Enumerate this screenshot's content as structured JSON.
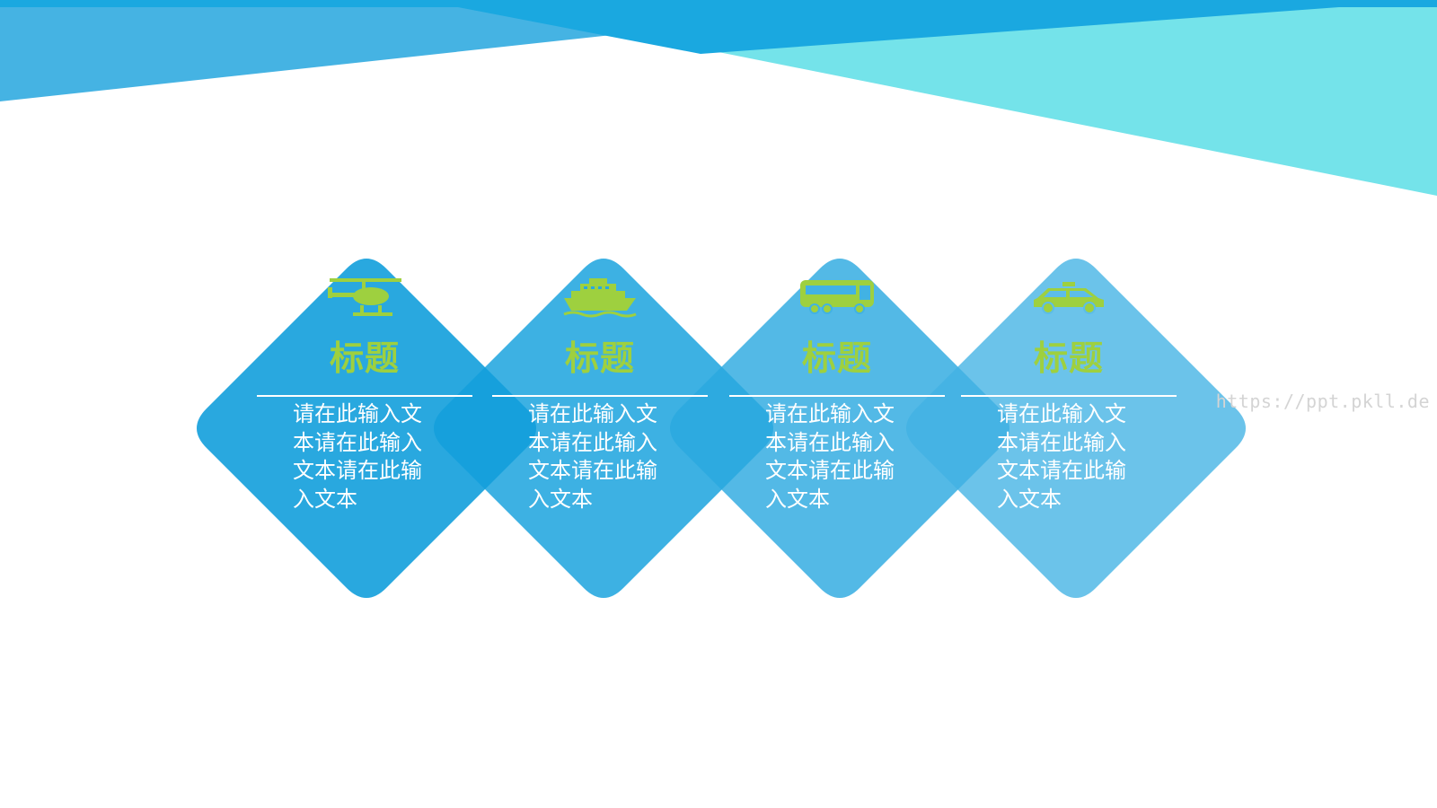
{
  "colors": {
    "banner_dark": "#1aa8e0",
    "banner_mid": "#45b3e3",
    "banner_light": "#74e3ea",
    "diamond_1": "#129fdc",
    "diamond_2": "#29a9e0",
    "diamond_3": "#41b2e4",
    "diamond_4": "#5cbde8",
    "title_green": "#9ed03f",
    "body_text": "#ffffff"
  },
  "cards": [
    {
      "icon": "helicopter-icon",
      "title": "标题",
      "body": "请在此输入文本请在此输入文本请在此输入文本"
    },
    {
      "icon": "cruise-ship-icon",
      "title": "标题",
      "body": "请在此输入文本请在此输入文本请在此输入文本"
    },
    {
      "icon": "bus-icon",
      "title": "标题",
      "body": "请在此输入文本请在此输入文本请在此输入文本"
    },
    {
      "icon": "taxi-icon",
      "title": "标题",
      "body": "请在此输入文本请在此输入文本请在此输入文本"
    }
  ],
  "watermark": "https://ppt.pkll.de"
}
